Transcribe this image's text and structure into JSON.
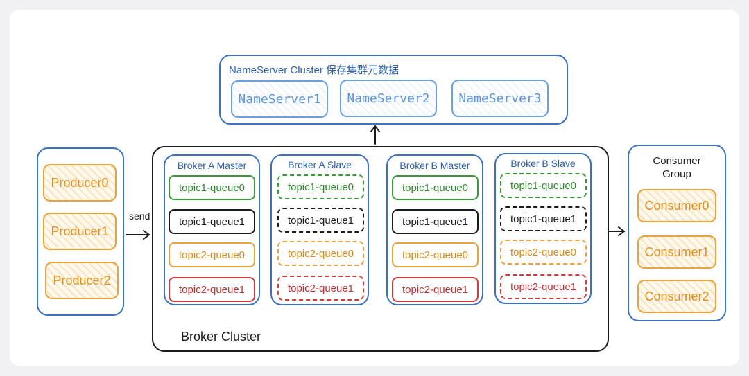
{
  "nameserver_cluster": {
    "title": "NameServer Cluster 保存集群元数据",
    "nodes": [
      "NameServer1",
      "NameServer2",
      "NameServer3"
    ]
  },
  "producers": [
    "Producer0",
    "Producer1",
    "Producer2"
  ],
  "send_label": "send",
  "broker_cluster": {
    "label": "Broker Cluster",
    "brokers": [
      {
        "title": "Broker A Master",
        "queues": [
          "topic1-queue0",
          "topic1-queue1",
          "topic2-queue0",
          "topic2-queue1"
        ]
      },
      {
        "title": "Broker A Slave",
        "queues": [
          "topic1-queue0",
          "topic1-queue1",
          "topic2-queue0",
          "topic2-queue1"
        ]
      },
      {
        "title": "Broker B Master",
        "queues": [
          "topic1-queue0",
          "topic1-queue1",
          "topic2-queue0",
          "topic2-queue1"
        ]
      },
      {
        "title": "Broker B Slave",
        "queues": [
          "topic1-queue0",
          "topic1-queue1",
          "topic2-queue0",
          "topic2-queue1"
        ]
      }
    ]
  },
  "consumer_group": {
    "title_line1": "Consumer",
    "title_line2": "Group",
    "consumers": [
      "Consumer0",
      "Consumer1",
      "Consumer2"
    ]
  },
  "colors": {
    "blue": "#3b72c0",
    "orange": "#e8a33d",
    "green": "#3a9a3a",
    "red": "#d43a3a",
    "black": "#1b1b1b"
  }
}
